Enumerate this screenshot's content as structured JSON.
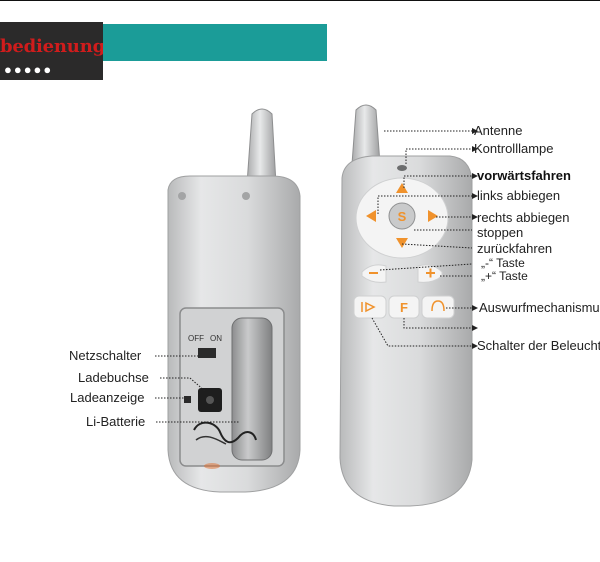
{
  "banner": {
    "title": "bedienung",
    "dots": "●●●●●"
  },
  "remote_front": {
    "center_button": "S",
    "mode_button": "F"
  },
  "labels_right": {
    "antenna": "Antenne",
    "control_lamp": "Kontrolllampe",
    "forward": "vorwärtsfahren",
    "turn_left": "links abbiegen",
    "turn_right": "rechts abbiegen",
    "stop": "stoppen",
    "reverse": "zurückfahren",
    "minus_key": "„-“ Taste",
    "plus_key": "„+“ Taste",
    "ejection": "Auswurfmechanismus",
    "light_switch": "Schalter der Beleuchtung"
  },
  "labels_left": {
    "power_switch": "Netzschalter",
    "charge_socket": "Ladebuchse",
    "charge_indicator": "Ladeanzeige",
    "battery": "Li-Batterie"
  },
  "switch_labels": {
    "off": "OFF",
    "on": "ON"
  },
  "colors": {
    "teal": "#1b9c98",
    "banner_text": "#d01c1c",
    "arrow_orange": "#f0922c"
  }
}
